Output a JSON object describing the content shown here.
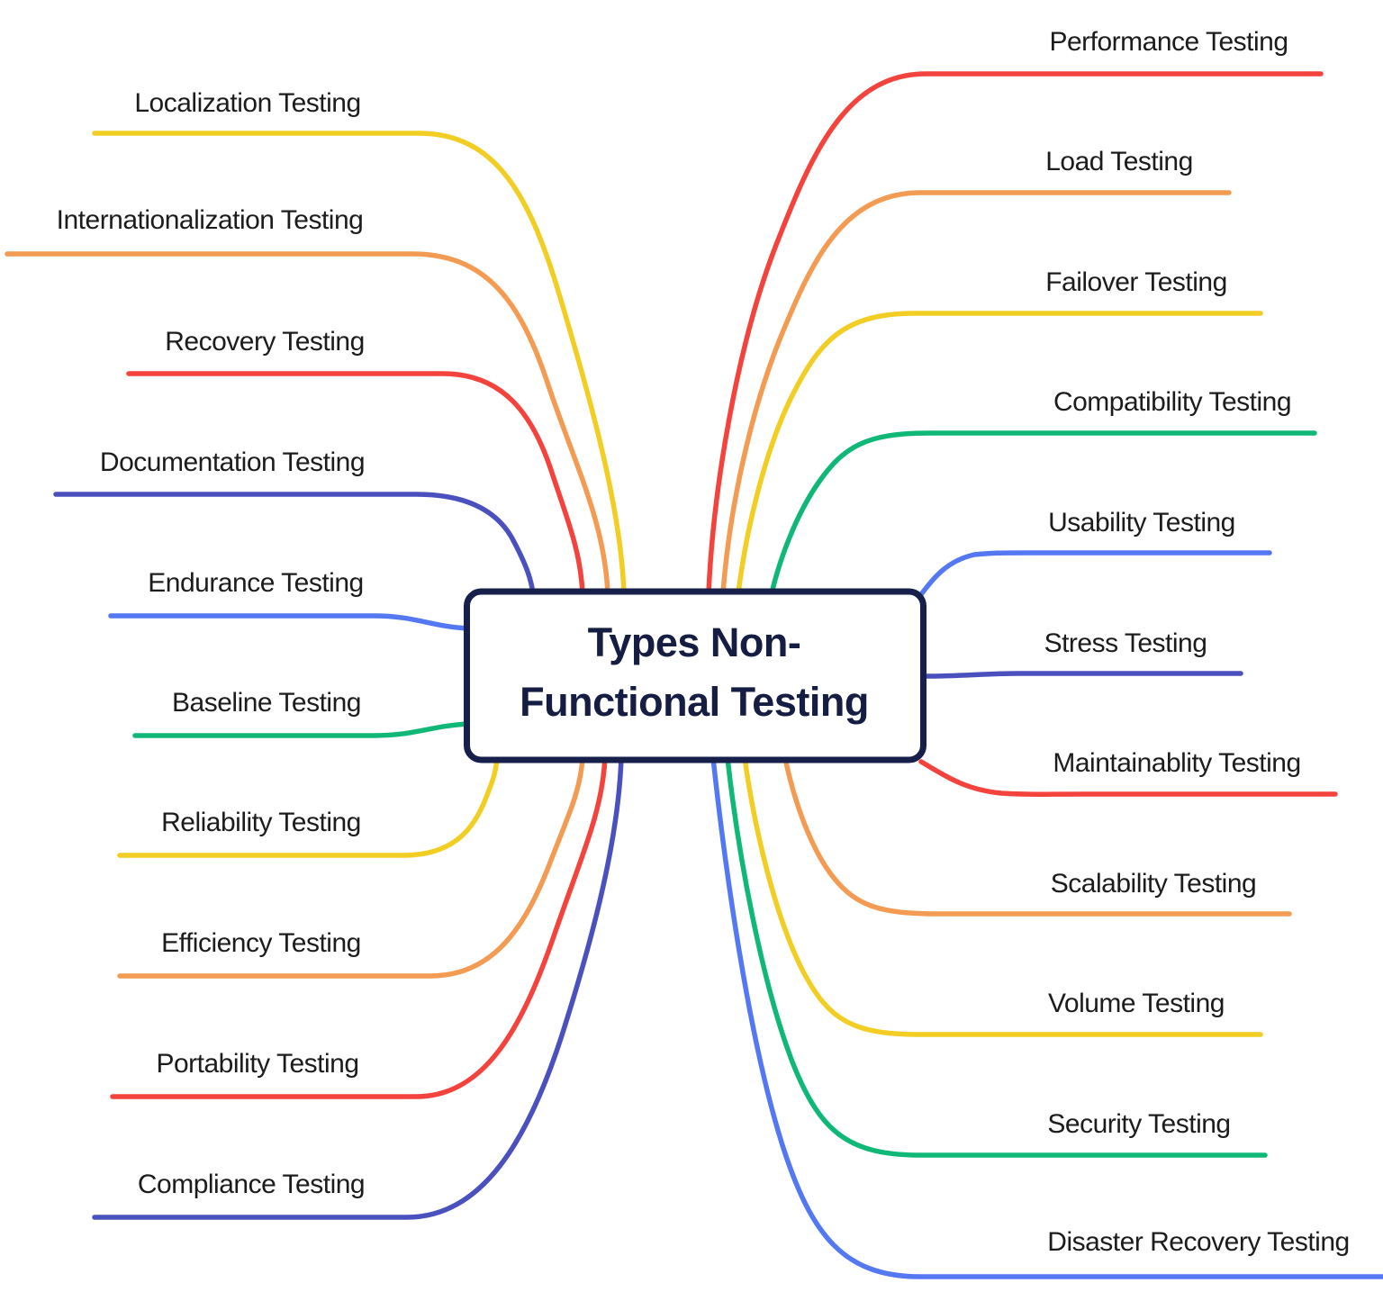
{
  "diagram": {
    "type": "mindmap",
    "central_node": {
      "title_line1": "Types Non-",
      "title_line2": "Functional Testing"
    }
  },
  "palette": {
    "red": "#f4433c",
    "orange": "#f39b52",
    "yellow": "#f2ce24",
    "green": "#10b878",
    "blue": "#5478f2",
    "indigo": "#4b50bf",
    "navy_border": "#17204a",
    "title_text": "#151d42",
    "label_text": "#1c1c1c",
    "background": "#ffffff"
  },
  "branches_left": [
    {
      "label": "Localization Testing",
      "color": "#f2ce24"
    },
    {
      "label": "Internationalization Testing",
      "color": "#f39b52"
    },
    {
      "label": "Recovery Testing",
      "color": "#f4433c"
    },
    {
      "label": "Documentation Testing",
      "color": "#4b50bf"
    },
    {
      "label": "Endurance Testing",
      "color": "#5478f2"
    },
    {
      "label": "Baseline Testing",
      "color": "#10b878"
    },
    {
      "label": "Reliability Testing",
      "color": "#f2ce24"
    },
    {
      "label": "Efficiency Testing",
      "color": "#f39b52"
    },
    {
      "label": "Portability Testing",
      "color": "#f4433c"
    },
    {
      "label": "Compliance Testing",
      "color": "#4b50bf"
    }
  ],
  "branches_right": [
    {
      "label": "Performance Testing",
      "color": "#f4433c"
    },
    {
      "label": "Load Testing",
      "color": "#f39b52"
    },
    {
      "label": "Failover Testing",
      "color": "#f2ce24"
    },
    {
      "label": "Compatibility Testing",
      "color": "#10b878"
    },
    {
      "label": "Usability Testing",
      "color": "#5478f2"
    },
    {
      "label": "Stress Testing",
      "color": "#4b50bf"
    },
    {
      "label": "Maintainablity Testing",
      "color": "#f4433c"
    },
    {
      "label": "Scalability Testing",
      "color": "#f39b52"
    },
    {
      "label": "Volume Testing",
      "color": "#f2ce24"
    },
    {
      "label": "Security Testing",
      "color": "#10b878"
    },
    {
      "label": "Disaster Recovery Testing",
      "color": "#5478f2"
    }
  ]
}
